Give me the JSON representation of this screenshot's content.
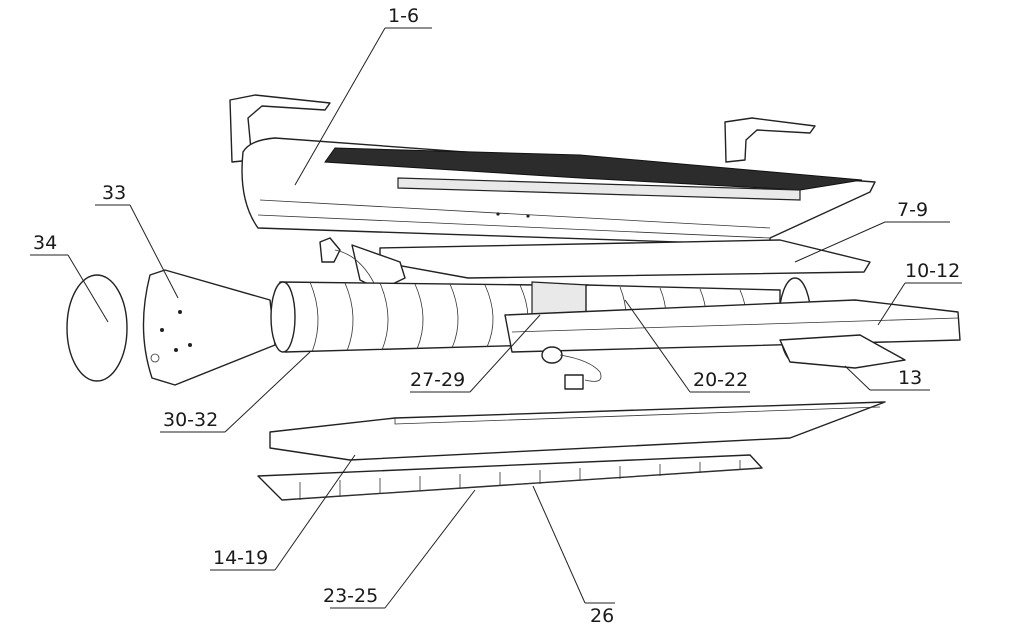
{
  "callouts": [
    {
      "id": "c1",
      "text": "1-6"
    },
    {
      "id": "c2",
      "text": "7-9"
    },
    {
      "id": "c3",
      "text": "10-12"
    },
    {
      "id": "c4",
      "text": "13"
    },
    {
      "id": "c5",
      "text": "20-22"
    },
    {
      "id": "c6",
      "text": "27-29"
    },
    {
      "id": "c7",
      "text": "30-32"
    },
    {
      "id": "c8",
      "text": "33"
    },
    {
      "id": "c9",
      "text": "34"
    },
    {
      "id": "c10",
      "text": "14-19"
    },
    {
      "id": "c11",
      "text": "23-25"
    },
    {
      "id": "c12",
      "text": "26"
    }
  ]
}
